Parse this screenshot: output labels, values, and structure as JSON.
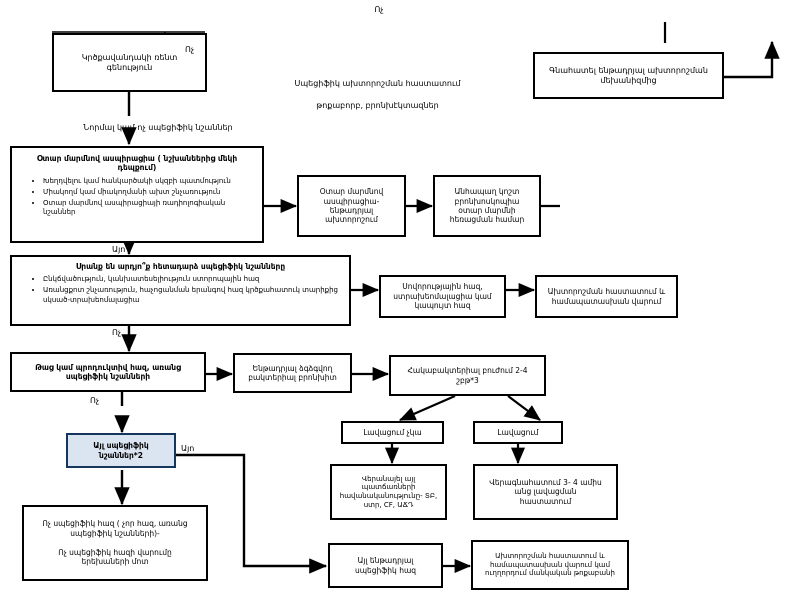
{
  "diagram": {
    "title_top": "Ոչ",
    "nodes": {
      "chest_xray": {
        "text_line1": "Կրծքավանդակի ռենտ",
        "text_line2": "գենություն",
        "side_label": "Ոչ"
      },
      "assess_mechanism": {
        "text_line1": "Գնահատել ենթադրյալ ախտորոշման",
        "text_line2": "մեխանիզմից"
      },
      "specific_confirm_note": {
        "line1": "Սպեցիֆիկ ախտորոշման հաստատում",
        "line2": "թոքաբորբ, բրոնխէկտազներ"
      },
      "normal_xray_label": "Նորմալ կամ ոչ սպեցիֆիկ նշաններ",
      "foreign_body_panel": {
        "title_line1": "Օտար մարմնով ասպիրացիա ( նշխանեերից մեկի",
        "title_line2": "դեպքում)",
        "bullets": [
          "Խեղդվելու կամ հանկարծակի սկզբի պատմություն",
          "Միակողմ կամ միակողմանի ախտ շնչառություն",
          "Օտար մարմնով ասպիրացիայի ռադիոլոգիական նշաններ"
        ]
      },
      "fb_suspected": {
        "line1": "Օտար մարմնով",
        "line2": "ասպիրացիա-",
        "line3": "ենթադրյալ",
        "line4": "ախտորոշում"
      },
      "rigid_bronchoscopy": {
        "line1": "Անհապաղ կոշտ",
        "line2": "բրոնխոսկոպիա",
        "line3": "օտար մարմնի",
        "line4": "հեռացման համար"
      },
      "yes_label_1": "Այո",
      "recurrent_panel": {
        "title": "Սրանք են արդյո՞ք հետադարձ սպեցիֆիկ նշանները",
        "bullets": [
          "Ընկճվածություն, կանխատեսելիություն ստորոպային հազ",
          "Առանցքոտ շնչառություն, հաչոցանման երանգով հազ կրծքահատուկ տարիքից սկսած-տրախեոմալացիա"
        ]
      },
      "habitual_cough": {
        "line1": "Սովորությային հազ,",
        "line2": "ստրախեոմալացիա կամ",
        "line3": "կապույտ հազ"
      },
      "confirm_treat_1": {
        "line1": "Ախտորոշման հաստատում և",
        "line2": "համապատասխան վարում"
      },
      "no_label_2": "Ոչ",
      "wet_cough": {
        "line1": "Թաց կամ պրոդուկտիվ հազ, առանց",
        "line2": "սպեցիֆիկ նշանների"
      },
      "protracted_bronchitis": {
        "line1": "Ենթադրյալ ձգձգվող",
        "line2": "բակտերիալ բրոնխիտ"
      },
      "antibiotic_treatment": {
        "line1": "Հակաբակտերիալ բուժում 2-4",
        "line2": "շբթ*3"
      },
      "no_improvement": "Լավացում չկա",
      "improvement": "Լավացում",
      "review_other_causes": {
        "line1": "Վերանայել այլ",
        "line2": "պատճառների",
        "line3": "հավանականությունը- ՏԲ,",
        "line4": "ստր, CF, ԱՃԴ"
      },
      "reassess": {
        "line1": "Վերագնահատում 3- 4 ամիս",
        "line2": "անց  լավացման",
        "line3": "հաստատում"
      },
      "no_label_3": "Ոչ",
      "other_specific_signs": {
        "text": "Այլ սպեցիֆիկ նշաններ*2",
        "side_label": "Այո"
      },
      "nonspecific_cough": {
        "line1": "Ոչ սպեցիֆիկ հազ ( չոր հազ, առանց",
        "line2": "սպեցիֆիկ նշանների)-",
        "line3": "Ոչ սպեցիֆիկ հազի վարումը",
        "line4": "երեխաների մոտ"
      },
      "other_suspected_cough": {
        "line1": "Այլ ենթադրյալ",
        "line2": "սպեցիֆիկ հազ"
      },
      "confirm_treat_2": {
        "line1": "Ախտորոշման հաստատում և",
        "line2": "համապատասխան վարում կամ",
        "line3": "ուղղորդում մանկական թոքաբանի"
      }
    }
  }
}
